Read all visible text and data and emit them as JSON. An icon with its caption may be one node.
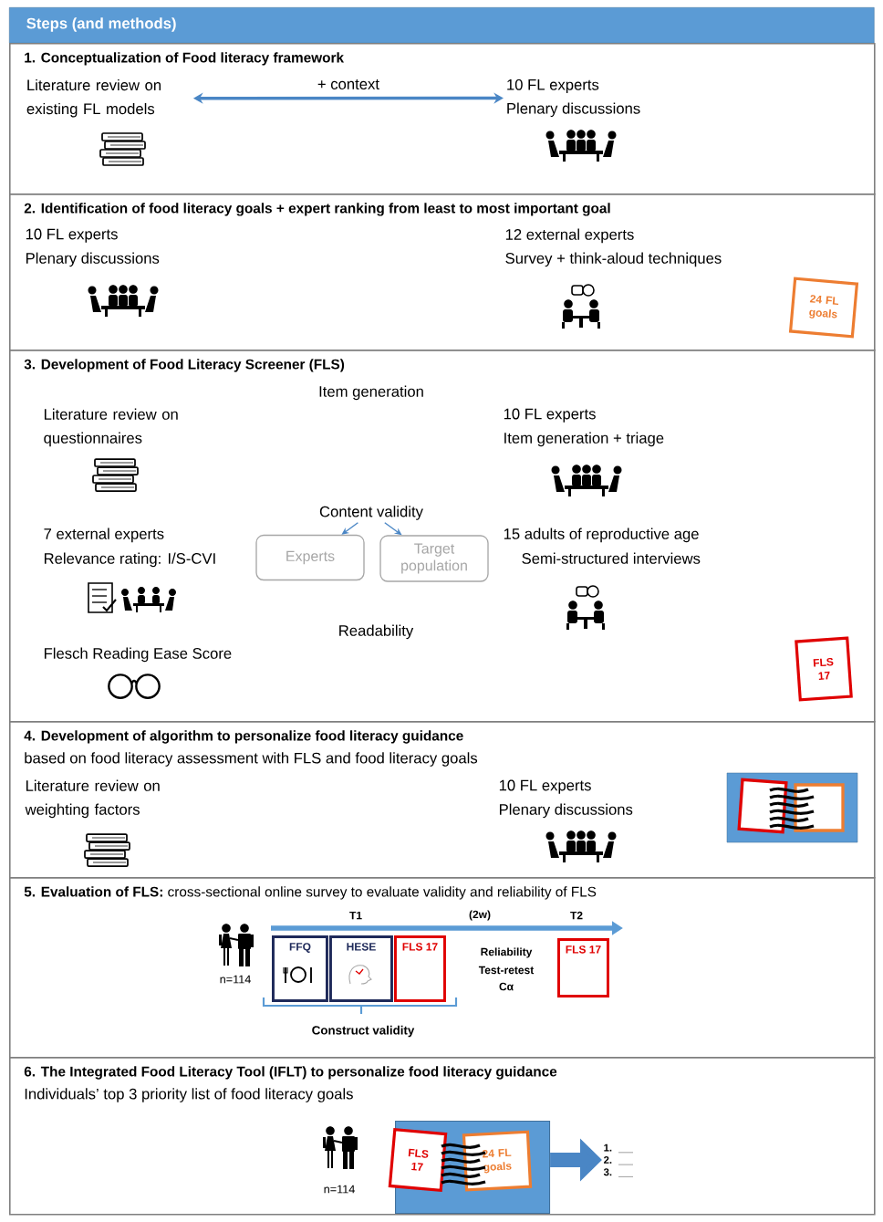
{
  "diagram": {
    "nodes": [
      {
        "text": [
          "Steps (and methods)"
        ]
      },
      {
        "text": [
          "1. Conceptualization of Food literacy framework"
        ]
      },
      {
        "text": [
          "Literature review on existing FL models"
        ],
        "in": 1
      },
      {
        "text": [
          "10 FL experts",
          "Plenary discussions"
        ],
        "in": 1
      },
      {
        "text": [
          "2. Identification of food literacy goals + expert ranking from least to most important goal"
        ]
      },
      {
        "text": [
          "24 FL goals"
        ],
        "in": 4
      },
      {
        "text": [
          "3. Development of Food Literacy Screener (FLS)"
        ]
      },
      {
        "text": [
          "Content validity"
        ],
        "in": 6
      },
      {
        "text": [
          "Experts"
        ],
        "in": 6
      },
      {
        "text": [
          "Target population"
        ],
        "in": 6
      },
      {
        "text": [
          "FLS 17"
        ],
        "in": 6
      },
      {
        "text": [
          "4. Development of algorithm to personalize food literacy guidance",
          "based on food literacy assessment with FLS and food literacy goals"
        ]
      },
      {
        "text": [
          "**5. Evaluation of FLS:** cross-sectional online survey to evaluate validity and reliability of FLS"
        ]
      },
      {
        "text": [
          "FFQ"
        ],
        "in": 12
      },
      {
        "text": [
          "HESE"
        ],
        "in": 12
      },
      {
        "text": [
          "FLS 17"
        ],
        "in": 12
      },
      {
        "text": [
          "FLS 17"
        ],
        "in": 12
      },
      {
        "text": [
          "6. The Integrated Food Literacy Tool (IFLT) to personalize food literacy guidance",
          "Individuals’ top 3 priority list of food literacy goals"
        ]
      },
      {
        "text": [],
        "shape": "box",
        "in": 17
      },
      {
        "text": [
          "FLS 17"
        ],
        "in": 18
      },
      {
        "text": [
          "24 FL goals"
        ],
        "in": 18
      },
      {
        "text": [
          "1.",
          "2.",
          "3."
        ],
        "in": 17
      }
    ],
    "edges": [
      {
        "from": 2,
        "to": 3,
        "arrow": "both",
        "label": "+ context",
        "style": "thick"
      },
      {
        "from": 7,
        "to": 8,
        "arrow": "to"
      },
      {
        "from": 7,
        "to": 9,
        "arrow": "to"
      },
      {
        "from": 18,
        "to": 21,
        "arrow": "to",
        "style": "thick"
      }
    ],
    "labels": [
      "10 FL experts",
      "12 external experts",
      "Plenary discussions",
      "Survey + think-aloud techniques",
      "Item generation",
      "Literature review on questionnaires",
      "10 FL experts",
      "Item generation + triage",
      "7 external experts",
      "15 adults of reproductive age",
      "Relevance rating: I/S-CVI",
      "Semi-structured interviews",
      "Readability",
      "Flesch Reading Ease Score",
      "Literature review on weighting factors",
      "10 FL experts",
      "Plenary discussions",
      "T1",
      "(2w)",
      "T2",
      "Reliability",
      "Test-retest",
      "Cα",
      "n=114",
      "Construct validity",
      "n=114"
    ]
  }
}
